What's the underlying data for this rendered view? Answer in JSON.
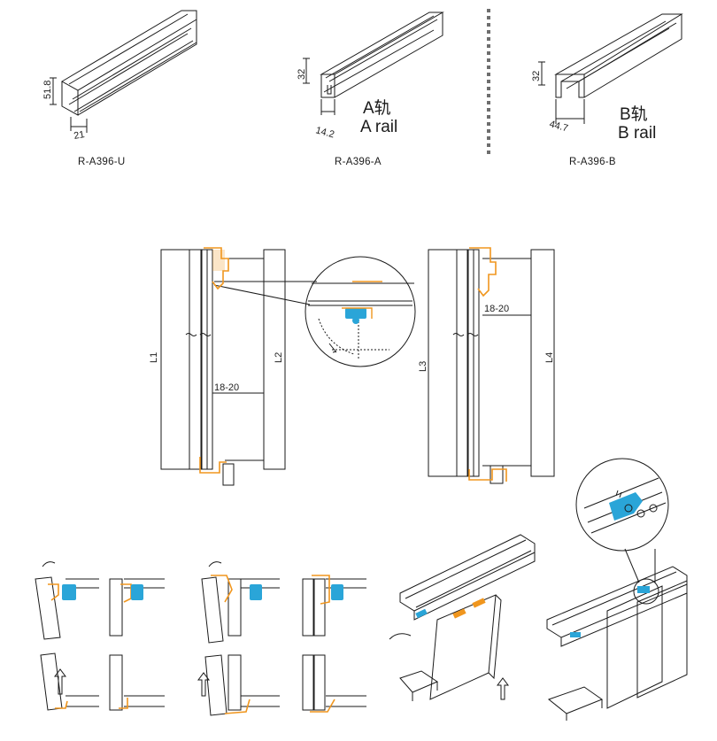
{
  "profiles": [
    {
      "code": "R-A396-U",
      "height": "51.8",
      "width": "21"
    },
    {
      "code": "R-A396-A",
      "height": "32",
      "width": "14.2",
      "label_cn": "A轨",
      "label_en": "A rail"
    },
    {
      "code": "R-A396-B",
      "height": "32",
      "width": "44.7",
      "label_cn": "B轨",
      "label_en": "B rail"
    }
  ],
  "sections": {
    "left": {
      "l1": "L1",
      "l2": "L2",
      "gap": "18-20"
    },
    "right": {
      "l3": "L3",
      "l4": "L4",
      "gap": "18-20"
    }
  },
  "colors": {
    "orange": "#f0961e",
    "blue": "#2aa5d8",
    "line": "#1a1a1a",
    "gray": "#808080"
  }
}
